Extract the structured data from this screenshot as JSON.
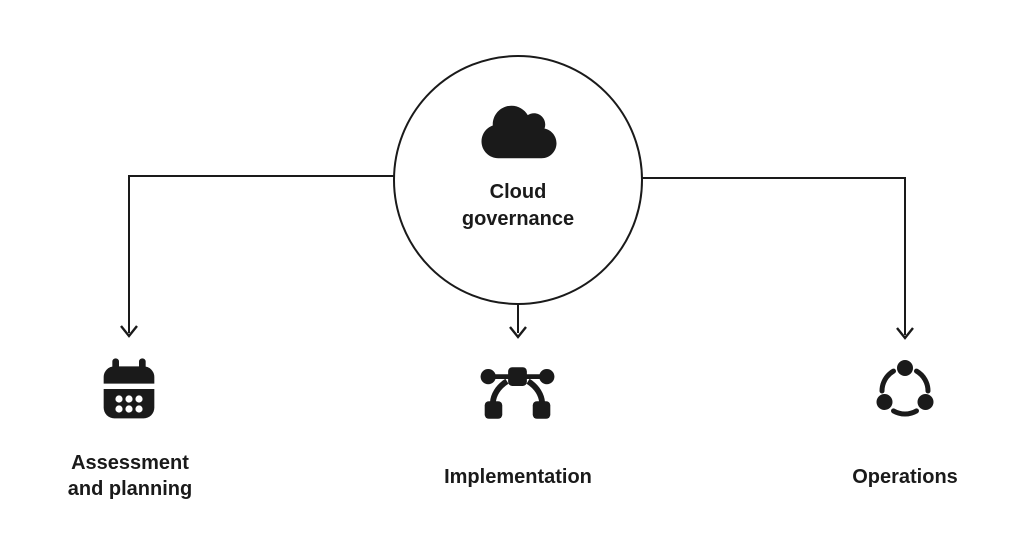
{
  "colors": {
    "foreground": "#1a1a1a",
    "background": "#ffffff"
  },
  "diagram": {
    "root": {
      "label": "Cloud governance",
      "icon": "cloud-icon"
    },
    "children": [
      {
        "label": "Assessment and planning",
        "icon": "calendar-icon"
      },
      {
        "label": "Implementation",
        "icon": "bezier-curve-icon"
      },
      {
        "label": "Operations",
        "icon": "share-nodes-icon"
      }
    ]
  }
}
